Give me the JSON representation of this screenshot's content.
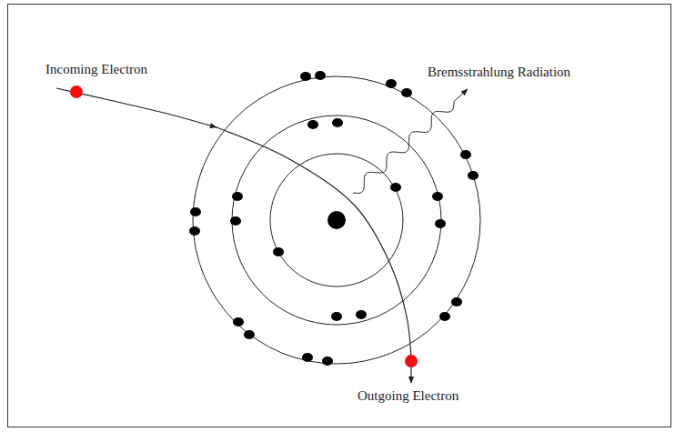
{
  "diagram": {
    "labels": [
      "Incoming Electron",
      "Bremsstrahlung Radiation",
      "Outgoing Electron"
    ]
  }
}
